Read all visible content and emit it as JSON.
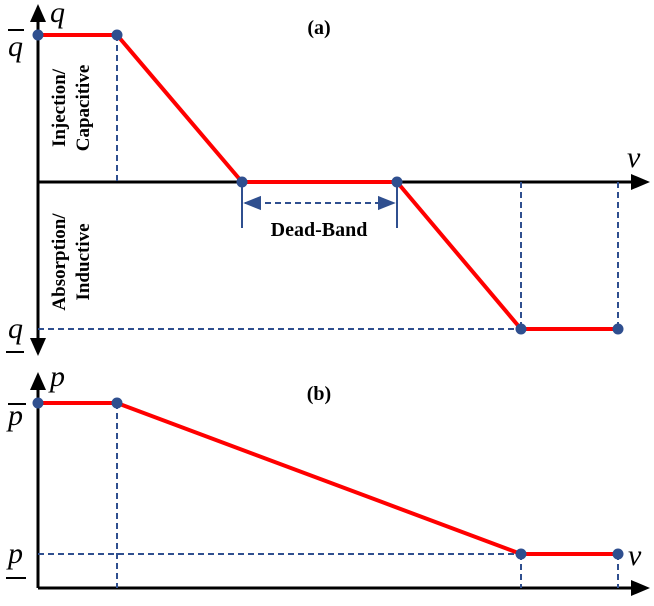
{
  "colors": {
    "curve": "#ff0000",
    "points": "#2f4f8f",
    "guides": "#2f4f8f",
    "axes": "#000000"
  },
  "panel_a": {
    "label": "(a)",
    "x_var": "v",
    "y_var": "q",
    "y_max_label": "q",
    "y_max_mark": "overbar",
    "y_min_label": "q",
    "y_min_mark": "underbar",
    "region_top_line1": "Injection/",
    "region_top_line2": "Capacitive",
    "region_bottom_line1": "Absorption/",
    "region_bottom_line2": "Inductive",
    "dead_band_label": "Dead-Band",
    "curve_levels": [
      "max",
      "max",
      "zero",
      "zero",
      "min",
      "min"
    ]
  },
  "panel_b": {
    "label": "(b)",
    "x_var": "v",
    "y_var": "p",
    "y_max_label": "p",
    "y_max_mark": "overbar",
    "y_min_label": "p",
    "y_min_mark": "underbar",
    "curve_levels": [
      "max",
      "max",
      "min",
      "min"
    ]
  }
}
